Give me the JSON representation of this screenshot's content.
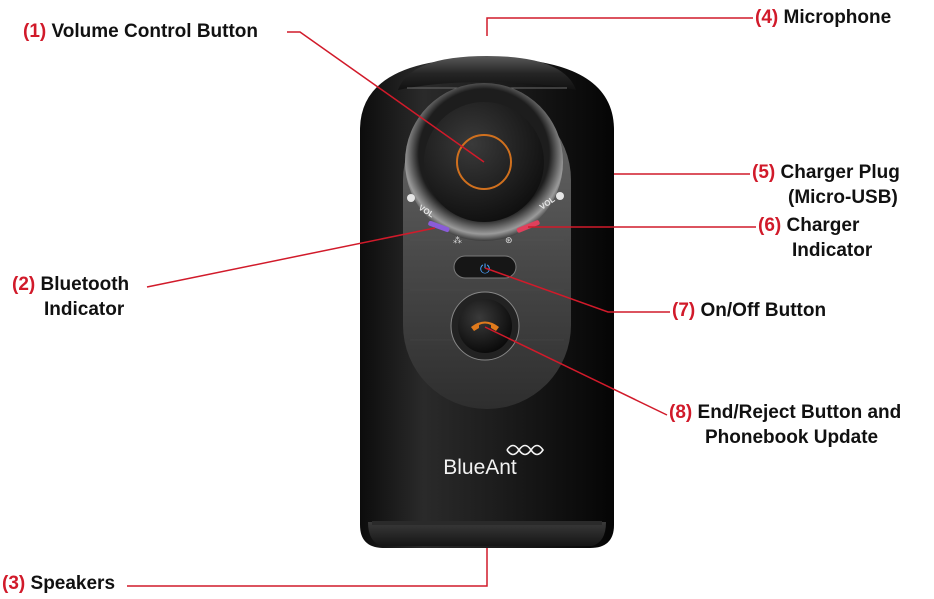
{
  "device": {
    "brand": "BlueAnt",
    "vol_minus": "VOL",
    "vol_plus": "VOL"
  },
  "callouts": [
    {
      "id": "1",
      "num": "(1)",
      "line1": "Volume Control Button",
      "line2": ""
    },
    {
      "id": "2",
      "num": "(2)",
      "line1": "Bluetooth",
      "line2": "Indicator"
    },
    {
      "id": "3",
      "num": "(3)",
      "line1": "Speakers",
      "line2": ""
    },
    {
      "id": "4",
      "num": "(4)",
      "line1": "Microphone",
      "line2": ""
    },
    {
      "id": "5",
      "num": "(5)",
      "line1": "Charger Plug",
      "line2": "(Micro-USB)"
    },
    {
      "id": "6",
      "num": "(6)",
      "line1": "Charger",
      "line2": "Indicator"
    },
    {
      "id": "7",
      "num": "(7)",
      "line1": "On/Off Button",
      "line2": ""
    },
    {
      "id": "8",
      "num": "(8)",
      "line1": "End/Reject Button and",
      "line2": "Phonebook Update"
    }
  ],
  "colors": {
    "label_number": "#d11a2a",
    "leader_line": "#d11a2a"
  }
}
